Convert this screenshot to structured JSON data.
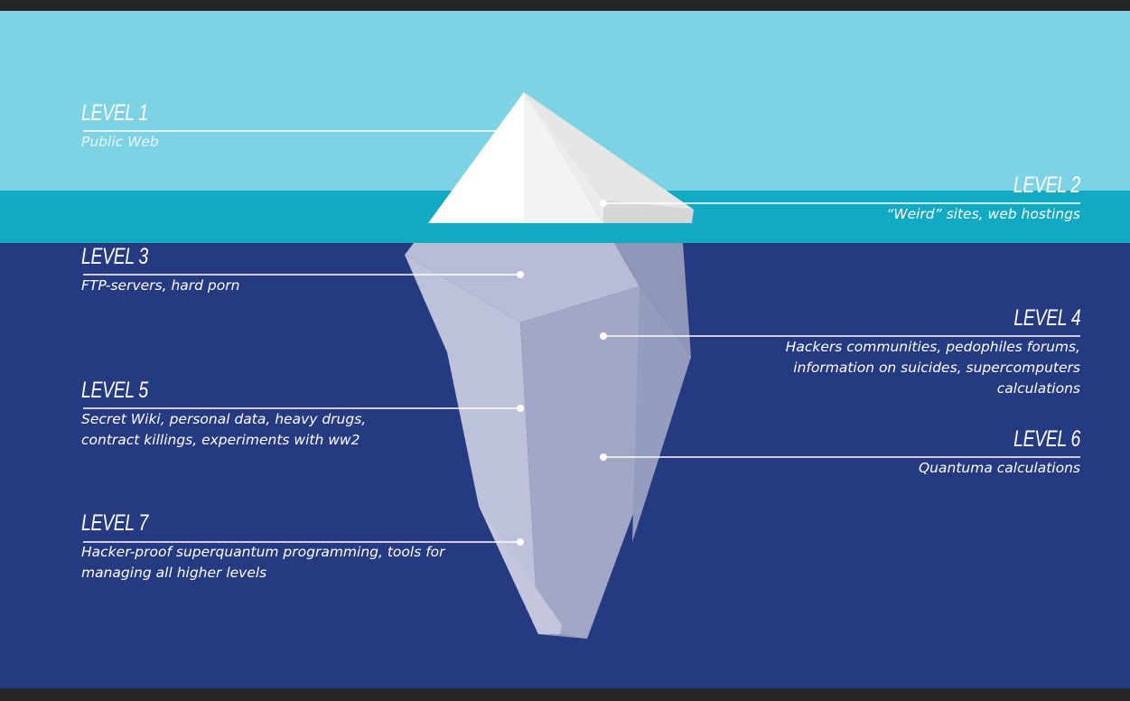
{
  "levels": [
    {
      "title": "LEVEL 1",
      "desc": "Public Web"
    },
    {
      "title": "LEVEL 2",
      "desc": "“Weird” sites, web hostings"
    },
    {
      "title": "LEVEL 3",
      "desc": "FTP-servers, hard porn"
    },
    {
      "title": "LEVEL 4",
      "desc": "Hackers communities, pedophiles forums,\ninformation on suicides, supercomputers\ncalculations"
    },
    {
      "title": "LEVEL 5",
      "desc": "Secret Wiki, personal data, heavy drugs,\ncontract killings, experiments with ww2"
    },
    {
      "title": "LEVEL 6",
      "desc": "Quantuma  calculations"
    },
    {
      "title": "LEVEL 7",
      "desc": "Hacker-proof superquantum  programming, tools for\nmanaging all higher levels"
    }
  ],
  "colors": {
    "sky": "#7dd3e3",
    "surface": "#12a9c2",
    "deep_water": "#253a80",
    "ice": "#ffffff",
    "text": "#ffffff"
  }
}
